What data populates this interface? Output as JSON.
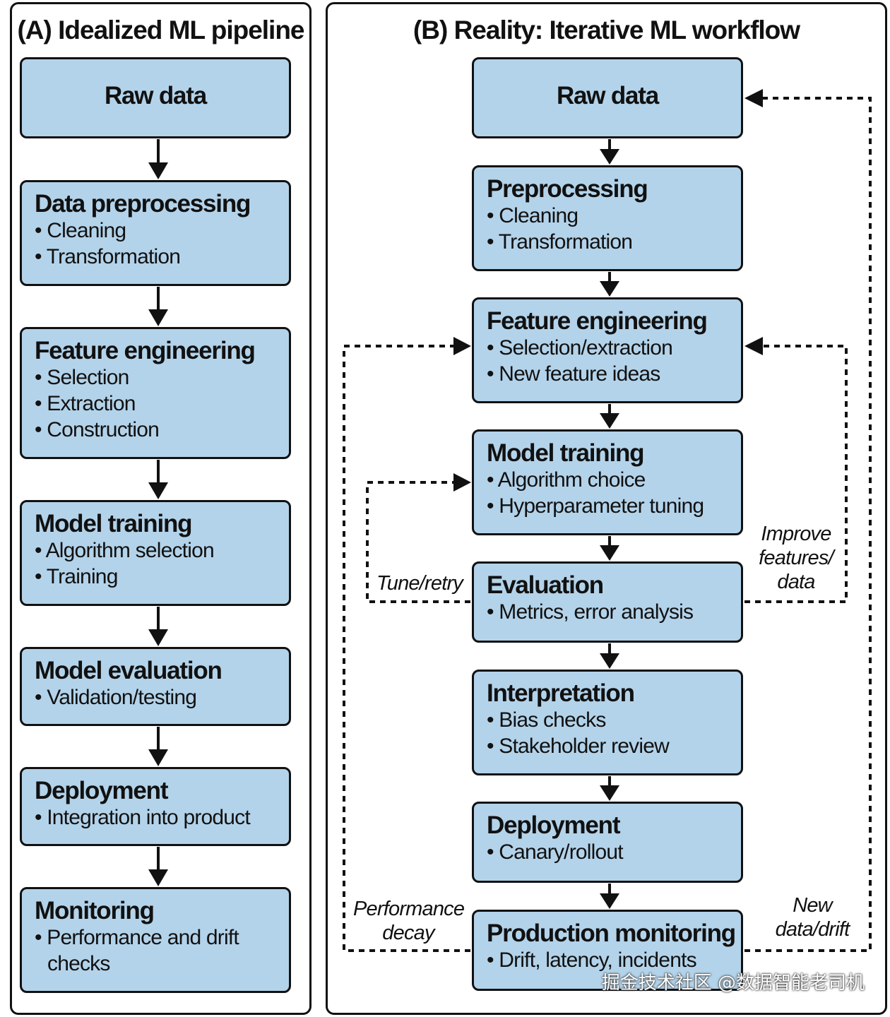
{
  "panel_a": {
    "title": "(A) Idealized ML pipeline",
    "steps": [
      {
        "title": "Raw data",
        "items": []
      },
      {
        "title": "Data preprocessing",
        "items": [
          "Cleaning",
          "Transformation"
        ]
      },
      {
        "title": "Feature engineering",
        "items": [
          "Selection",
          "Extraction",
          "Construction"
        ]
      },
      {
        "title": "Model training",
        "items": [
          "Algorithm selection",
          "Training"
        ]
      },
      {
        "title": "Model evaluation",
        "items": [
          "Validation/testing"
        ]
      },
      {
        "title": "Deployment",
        "items": [
          "Integration into product"
        ]
      },
      {
        "title": "Monitoring",
        "items": [
          "Performance and drift checks"
        ]
      }
    ]
  },
  "panel_b": {
    "title": "(B) Reality: Iterative ML workflow",
    "steps": [
      {
        "title": "Raw data",
        "items": []
      },
      {
        "title": "Preprocessing",
        "items": [
          "Cleaning",
          "Transformation"
        ]
      },
      {
        "title": "Feature engineering",
        "items": [
          "Selection/extraction",
          "New feature ideas"
        ]
      },
      {
        "title": "Model training",
        "items": [
          "Algorithm choice",
          "Hyperparameter tuning"
        ]
      },
      {
        "title": "Evaluation",
        "items": [
          "Metrics, error analysis"
        ]
      },
      {
        "title": "Interpretation",
        "items": [
          "Bias checks",
          "Stakeholder review"
        ]
      },
      {
        "title": "Deployment",
        "items": [
          "Canary/rollout"
        ]
      },
      {
        "title": "Production monitoring",
        "items": [
          "Drift, latency, incidents"
        ]
      }
    ],
    "feedback_loops": {
      "tune_retry": "Tune/retry",
      "improve_features": "Improve features/ data",
      "performance_decay": "Performance decay",
      "new_data_drift": "New data/drift"
    }
  },
  "watermark": "掘金技术社区 @数据智能老司机"
}
